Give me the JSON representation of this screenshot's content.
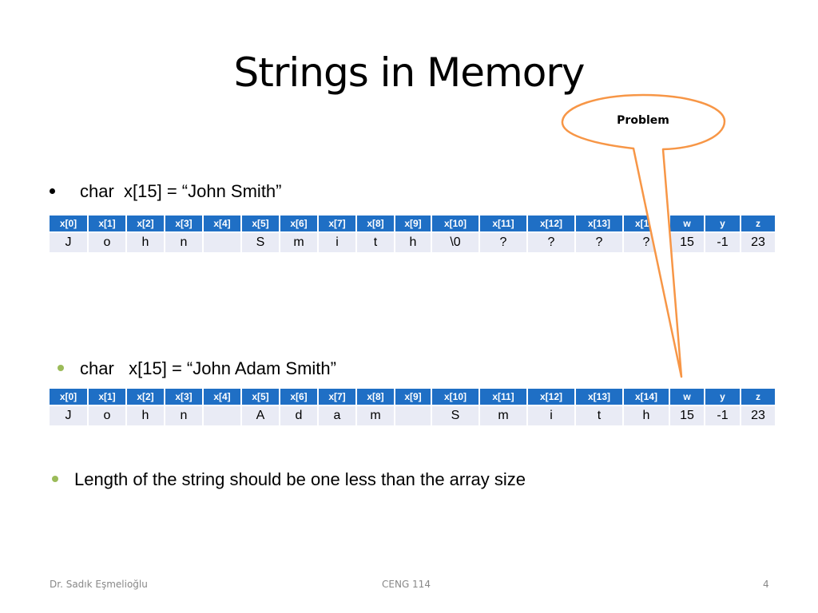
{
  "slide": {
    "title": "Strings in Memory",
    "callout": {
      "label": "Problem",
      "border_color": "#f79646"
    },
    "bullets": [
      {
        "marker": "•",
        "text": "char  x[15] = “John Smith”"
      },
      {
        "marker": "green-dot",
        "text": "char   x[15] = “John Adam Smith”"
      },
      {
        "marker": "green-dot",
        "text": "Length of the string should be one less than the array size"
      }
    ],
    "tables": [
      {
        "headers": [
          "x[0]",
          "x[1]",
          "x[2]",
          "x[3]",
          "x[4]",
          "x[5]",
          "x[6]",
          "x[7]",
          "x[8]",
          "x[9]",
          "x[10]",
          "x[11]",
          "x[12]",
          "x[13]",
          "x[14]",
          "w",
          "y",
          "z"
        ],
        "values": [
          "J",
          "o",
          "h",
          "n",
          "",
          "S",
          "m",
          "i",
          "t",
          "h",
          "\\0",
          "?",
          "?",
          "?",
          "?",
          "15",
          "-1",
          "23"
        ]
      },
      {
        "headers": [
          "x[0]",
          "x[1]",
          "x[2]",
          "x[3]",
          "x[4]",
          "x[5]",
          "x[6]",
          "x[7]",
          "x[8]",
          "x[9]",
          "x[10]",
          "x[11]",
          "x[12]",
          "x[13]",
          "x[14]",
          "w",
          "y",
          "z"
        ],
        "values": [
          "J",
          "o",
          "h",
          "n",
          "",
          "A",
          "d",
          "a",
          "m",
          "",
          "S",
          "m",
          "i",
          "t",
          "h",
          "15",
          "-1",
          "23"
        ]
      }
    ],
    "colors": {
      "header_blue": "#1f6fc5",
      "cell_bg": "#e9ebf5",
      "bullet_green": "#9bbb59",
      "callout_orange": "#f79646"
    }
  },
  "footer": {
    "author": "Dr. Sadık Eşmelioğlu",
    "course": "CENG 114",
    "page_number": "4"
  }
}
